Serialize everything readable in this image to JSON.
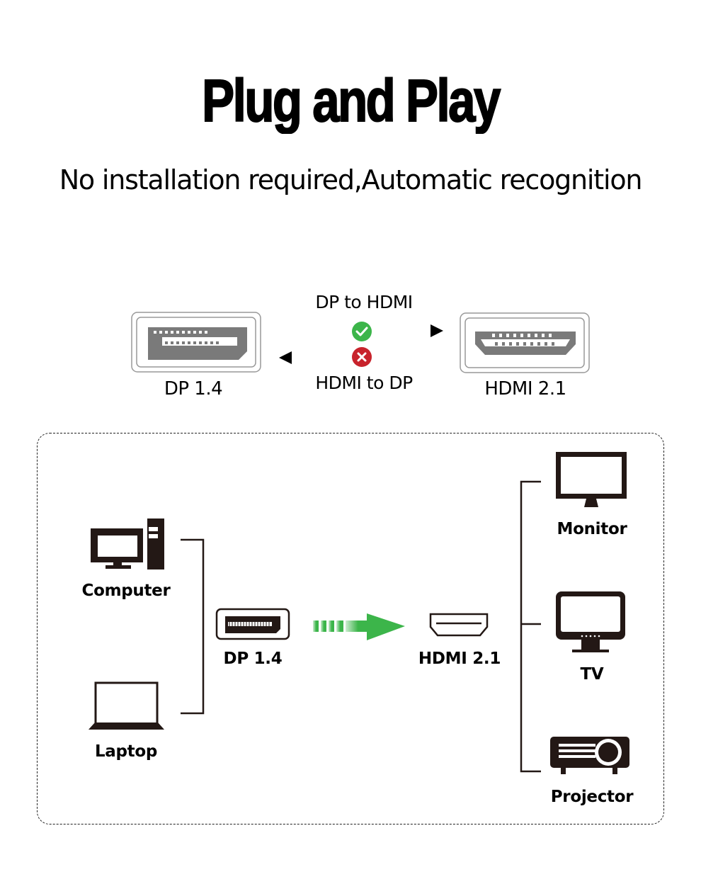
{
  "header": {
    "title": "Plug and Play",
    "subtitle": "No installation required,Automatic recognition"
  },
  "direction_diagram": {
    "source_port": {
      "label": "DP 1.4",
      "icon": "displayport-connector-icon"
    },
    "target_port": {
      "label": "HDMI 2.1",
      "icon": "hdmi-connector-icon"
    },
    "forward": {
      "label": "DP to HDMI",
      "supported": true,
      "status_icon": "check-icon",
      "color": "#3cb54a"
    },
    "reverse": {
      "label": "HDMI to DP",
      "supported": false,
      "status_icon": "cross-icon",
      "color": "#c8232c"
    }
  },
  "connection_diagram": {
    "sources": [
      {
        "label": "Computer",
        "icon": "desktop-computer-icon"
      },
      {
        "label": "Laptop",
        "icon": "laptop-icon"
      }
    ],
    "input_port": {
      "label": "DP 1.4",
      "icon": "displayport-connector-icon"
    },
    "output_port": {
      "label": "HDMI 2.1",
      "icon": "hdmi-connector-icon"
    },
    "arrow": {
      "icon": "green-arrow-icon",
      "color": "#3cb54a"
    },
    "destinations": [
      {
        "label": "Monitor",
        "icon": "monitor-icon"
      },
      {
        "label": "TV",
        "icon": "tv-icon"
      },
      {
        "label": "Projector",
        "icon": "projector-icon"
      }
    ]
  }
}
